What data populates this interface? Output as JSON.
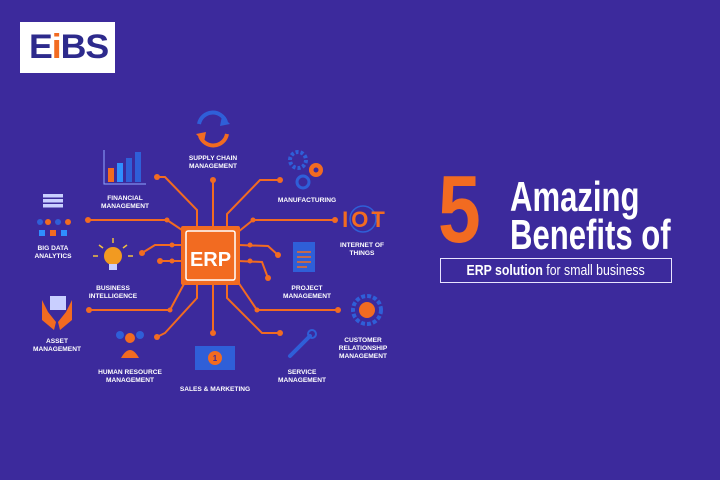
{
  "logo": {
    "text_main": "E",
    "text_i": "i",
    "text_end": "BS"
  },
  "colors": {
    "background": "#3c2a9c",
    "accent": "#f26b21",
    "icon_blue": "#2f5fd8"
  },
  "diagram": {
    "center": "ERP",
    "modules": {
      "supply_chain": [
        "SUPPLY CHAIN",
        "MANAGEMENT"
      ],
      "financial": [
        "FINANCIAL",
        "MANAGEMENT"
      ],
      "manufacturing": [
        "MANUFACTURING"
      ],
      "big_data": [
        "BIG DATA",
        "ANALYTICS"
      ],
      "iot": [
        "INTERNET OF",
        "THINGS"
      ],
      "iot_icon_text": "IOT",
      "business_intelligence": [
        "BUSINESS",
        "INTELLIGENCE"
      ],
      "project": [
        "PROJECT",
        "MANAGEMENT"
      ],
      "asset": [
        "ASSET",
        "MANAGEMENT"
      ],
      "crm": [
        "CUSTOMER",
        "RELATIONSHIP",
        "MANAGEMENT"
      ],
      "hr": [
        "HUMAN RESOURCE",
        "MANAGEMENT"
      ],
      "sales": [
        "SALES & MARKETING"
      ],
      "sales_icon_text": "1",
      "service": [
        "SERVICE",
        "MANAGEMENT"
      ]
    }
  },
  "headline": {
    "number": "5",
    "line1": "Amazing",
    "line2": "Benefits of",
    "sub_bold": "ERP solution",
    "sub_regular": " for small business"
  }
}
